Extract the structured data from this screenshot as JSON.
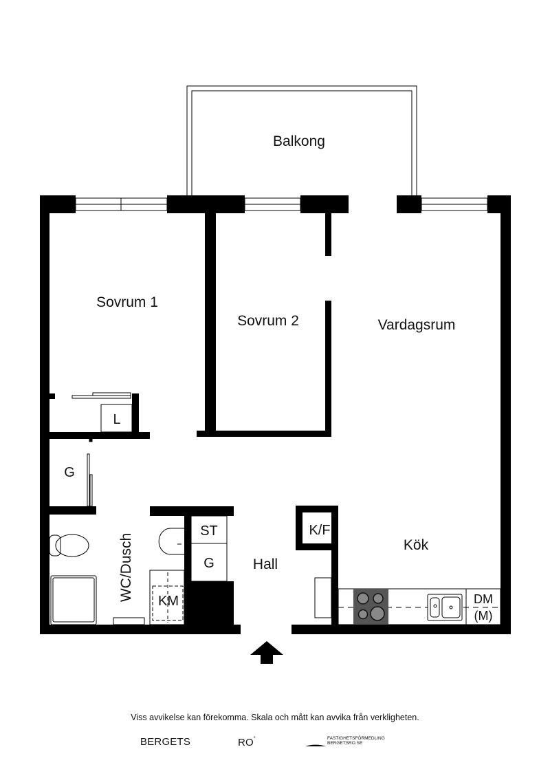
{
  "rooms": {
    "balcony": "Balkong",
    "bedroom1": "Sovrum 1",
    "bedroom2": "Sovrum 2",
    "living": "Vardagsrum",
    "wardrobe_l": "L",
    "closet_g1": "G",
    "bathroom": "WC/Dusch",
    "laundry": "KM",
    "storage_st": "ST",
    "closet_g2": "G",
    "hall": "Hall",
    "fridge": "K/F",
    "kitchen": "Kök",
    "dishwasher": "DM",
    "dishwasher_sub": "(M)"
  },
  "footer": {
    "disclaimer": "Viss avvikelse kan förekomma. Skala och mått kan avvika från verkligheten.",
    "brand_left": "BERGETS",
    "brand_right": "RO",
    "brand_mark": "˚",
    "agency_line1": "FASTIGHETSFÖRMEDLING",
    "agency_line2": "BERGETSRO.SE"
  },
  "colors": {
    "wall": "#000000",
    "stove": "#555555",
    "burner": "#888888"
  }
}
